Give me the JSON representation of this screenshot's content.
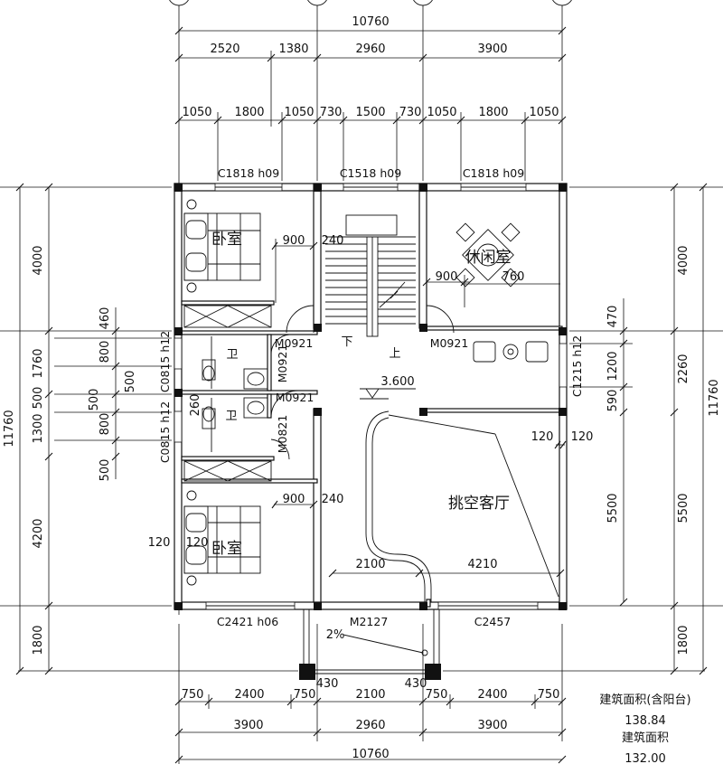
{
  "dimensions": {
    "top": {
      "total": "10760",
      "row2": [
        "2520",
        "1380",
        "2960",
        "3900"
      ],
      "row3": [
        "1050",
        "1800",
        "1050",
        "730",
        "1500",
        "730",
        "1050",
        "1800",
        "1050"
      ]
    },
    "bottom": {
      "row1": [
        "750",
        "2400",
        "750",
        "2100",
        "750",
        "2400",
        "750"
      ],
      "row2": [
        "3900",
        "2960",
        "3900"
      ],
      "total": "10760"
    },
    "left": {
      "outer": [
        "4000",
        "1760",
        "1300",
        "4200",
        "1800"
      ],
      "total": "11760",
      "inner": [
        "460",
        "800",
        "500",
        "500",
        "800",
        "500"
      ],
      "sub": [
        "500"
      ]
    },
    "right": {
      "outer": [
        "4000",
        "2260",
        "5500",
        "1800"
      ],
      "total": "11760",
      "inner": [
        "470",
        "1200",
        "590"
      ]
    },
    "interior": {
      "d900a": "900",
      "d240a": "240",
      "d900b": "900",
      "d240b": "240",
      "d900c": "900",
      "d760": "760",
      "d120a": "120",
      "d120b": "120",
      "d120c": "120",
      "d120d": "120",
      "d2100": "2100",
      "d4210": "4210",
      "d430a": "430",
      "d430b": "430",
      "d260": "260"
    }
  },
  "labels": {
    "windows_top": [
      "C1818 h09",
      "C1518 h09",
      "C1818 h09"
    ],
    "windows_bottom": [
      "C2421 h06",
      "C2457"
    ],
    "door_main": "M2127",
    "doors": [
      "M0921",
      "M0921",
      "M0921",
      "M0921",
      "M0821"
    ],
    "side_windows": [
      "C0815 h12",
      "C0815 h12",
      "C1215 h12"
    ],
    "toilet": [
      "卫",
      "卫"
    ],
    "stair_down": "下",
    "stair_up": "上",
    "slope": "2%"
  },
  "rooms": {
    "bedroom_top": "卧室",
    "bedroom_bottom": "卧室",
    "leisure": "休闲室",
    "void_living": "挑空客厅"
  },
  "elevation": "3.600",
  "area_info": {
    "label1": "建筑面积(含阳台)",
    "value1": "138.84",
    "label2": "建筑面积",
    "value2": "132.00"
  }
}
